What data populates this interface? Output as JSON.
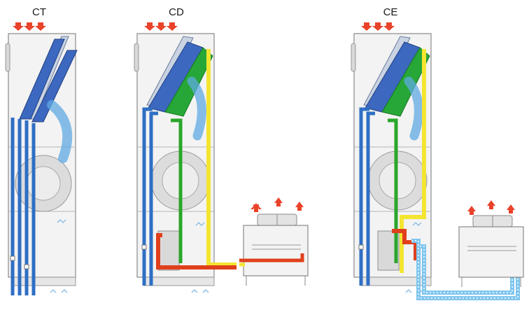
{
  "units": [
    {
      "id": "ct",
      "label": "CT"
    },
    {
      "id": "cd",
      "label": "CD"
    },
    {
      "id": "ce",
      "label": "CE"
    }
  ],
  "colors": {
    "cabinet_fill": "#f3f3f3",
    "cabinet_stroke": "#8a8a8a",
    "water_pipe": "#2f6fc4",
    "coil_blue": "#3d68c0",
    "coil_green": "#27a737",
    "pipe_green": "#2aa62a",
    "pipe_yellow": "#f4e531",
    "pipe_red": "#e0401c",
    "pipe_cyan": "#7fc6ef",
    "airflow_arrow": "#e9432a",
    "airflow_swirl": "#5fa9e3"
  },
  "icons": [
    "heat-out-arrow-icon",
    "airflow-swirl-icon",
    "fan-icon",
    "outlet-diffuser-icon",
    "condenser-fan-icon"
  ]
}
